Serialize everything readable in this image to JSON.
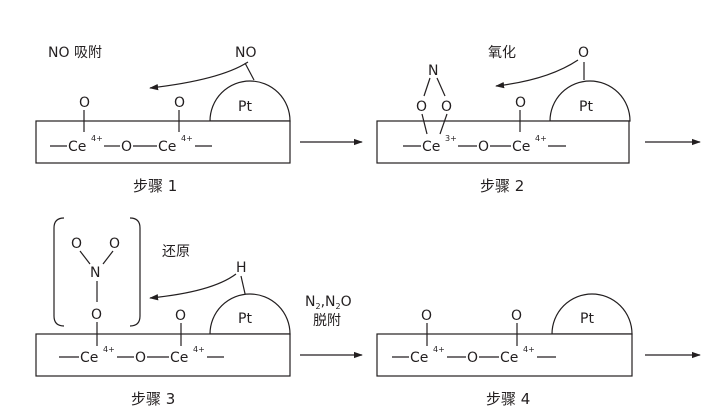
{
  "atoms": {
    "oxygen": "O",
    "nitrogen": "N",
    "hydrogen": "H",
    "cerium": "Ce",
    "platinum": "Pt"
  },
  "charges": {
    "ce4": "4+",
    "ce3": "3+"
  },
  "steps": [
    {
      "label": "步骤 1",
      "process": "NO 吸附",
      "reagent": "NO"
    },
    {
      "label": "步骤 2",
      "process": "氧化",
      "reagent": "O"
    },
    {
      "label": "步骤 3",
      "process": "还原",
      "reagent": "H"
    },
    {
      "label": "步骤 4"
    }
  ],
  "desorption": {
    "n2": "N",
    "sub2a": "2",
    "comma": ",",
    "n2o_n": "N",
    "sub2b": "2",
    "n2o_o": "O",
    "label": "脱附"
  }
}
